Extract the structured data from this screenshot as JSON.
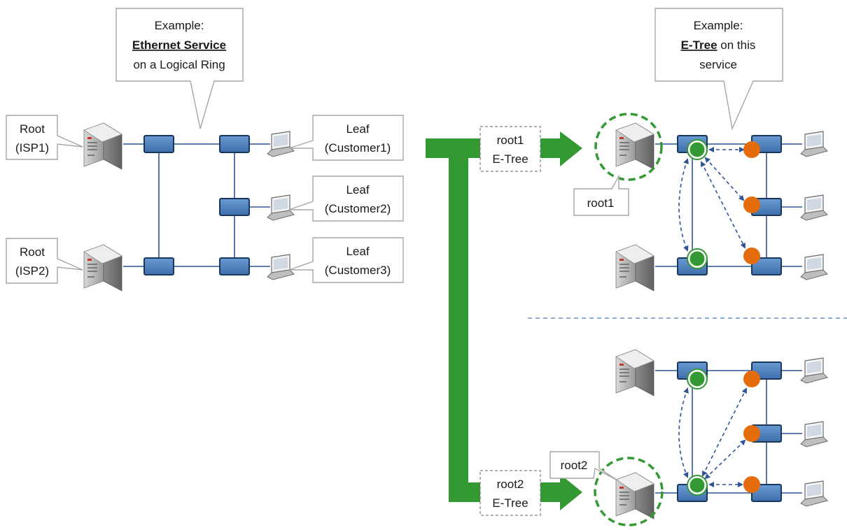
{
  "left_diagram": {
    "callout": {
      "line1": "Example:",
      "line2_bold": "Ethernet Service",
      "line3": "on a Logical Ring"
    },
    "roots": [
      {
        "name": "Root",
        "sub": "(ISP1)"
      },
      {
        "name": "Root",
        "sub": "(ISP2)"
      }
    ],
    "leaves": [
      {
        "name": "Leaf",
        "sub": "(Customer1)"
      },
      {
        "name": "Leaf",
        "sub": "(Customer2)"
      },
      {
        "name": "Leaf",
        "sub": "(Customer3)"
      }
    ]
  },
  "right_diagram": {
    "callout": {
      "line1": "Example:",
      "bold": "E-Tree",
      "rest": " on this",
      "line3": "service"
    },
    "top_arrow": {
      "line1": "root1",
      "line2": "E-Tree"
    },
    "bottom_arrow": {
      "line1": "root2",
      "line2": "E-Tree"
    },
    "top_root_label": "root1",
    "bottom_root_label": "root2"
  },
  "colors": {
    "switch_fill": "#4f81bd",
    "switch_stroke": "#17375e",
    "line": "#2f5597",
    "green": "#339933",
    "orange": "#e46c0a",
    "divider": "#6a8fb8"
  }
}
